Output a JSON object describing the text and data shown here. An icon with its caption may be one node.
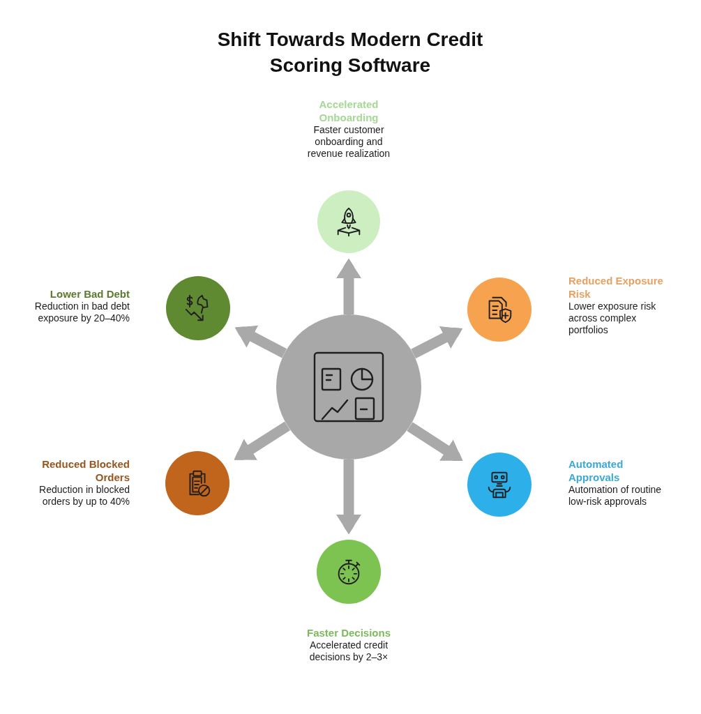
{
  "diagram": {
    "title": "Shift Towards Modern Credit Scoring Software",
    "nodes": [
      {
        "text": [],
        "shape": "circle",
        "beside": [
          "Accelerated Onboarding",
          "Faster customer onboarding and revenue realization"
        ]
      },
      {
        "text": [],
        "shape": "circle",
        "beside": [
          "Lower Bad Debt",
          "Reduction in bad debt exposure by 20–40%"
        ]
      },
      {
        "text": [],
        "shape": "circle",
        "beside": [
          "Reduced Exposure Risk",
          "Lower exposure risk across complex portfolios"
        ]
      },
      {
        "text": [],
        "shape": "circle"
      },
      {
        "text": [],
        "shape": "circle",
        "beside": [
          "Reduced Blocked Orders",
          "Reduction in blocked orders by up to 40%"
        ]
      },
      {
        "text": [],
        "shape": "circle",
        "beside": [
          "Automated Approvals",
          "Automation of routine low-risk approvals"
        ]
      },
      {
        "text": [],
        "shape": "circle",
        "beside": [
          "Faster Decisions",
          "Accelerated credit decisions by 2–3×"
        ]
      }
    ],
    "edges": [
      {
        "from": 3,
        "to": 0,
        "arrow": "to"
      },
      {
        "from": 3,
        "to": 1,
        "arrow": "to"
      },
      {
        "from": 3,
        "to": 2,
        "arrow": "to"
      },
      {
        "from": 3,
        "to": 4,
        "arrow": "to"
      },
      {
        "from": 3,
        "to": 5,
        "arrow": "to"
      },
      {
        "from": 3,
        "to": 6,
        "arrow": "to"
      }
    ]
  }
}
